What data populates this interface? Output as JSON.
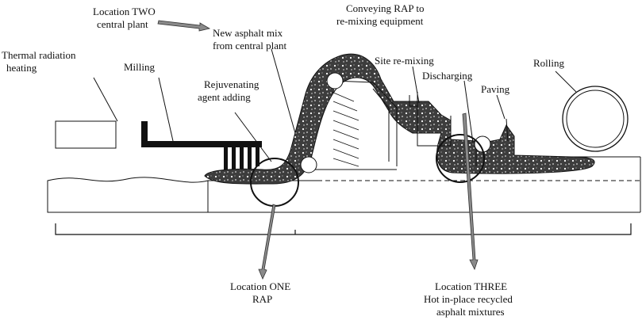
{
  "labels": {
    "location_two_line1": "Location TWO",
    "location_two_line2": "central plant",
    "new_mix_line1": "New asphalt mix",
    "new_mix_line2": "from central plant",
    "conveying_line1": "Conveying RAP to",
    "conveying_line2": "re-mixing equipment",
    "thermal_line1": "Thermal radiation",
    "thermal_line2": "heating",
    "milling": "Milling",
    "rejuvenating_line1": "Rejuvenating",
    "rejuvenating_line2": "agent adding",
    "site_remixing": "Site re-mixing",
    "discharging": "Discharging",
    "paving": "Paving",
    "rolling": "Rolling",
    "location_one_line1": "Location ONE",
    "location_one_line2": "RAP",
    "location_three_line1": "Location THREE",
    "location_three_line2": "Hot in-place recycled",
    "location_three_line3": "asphalt mixtures"
  },
  "colors": {
    "line": "#111111",
    "asphalt": "#4a4a4a",
    "arrow_fill": "#8a8a8a"
  }
}
